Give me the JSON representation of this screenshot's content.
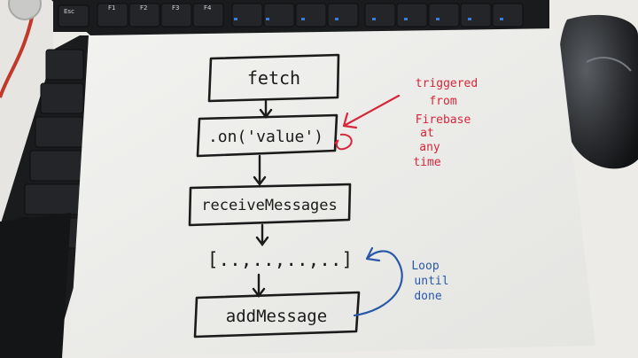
{
  "keyboard": {
    "keys": [
      "Esc",
      "F1",
      "F2",
      "F3",
      "F4"
    ]
  },
  "flowchart": {
    "steps": [
      {
        "label": "fetch"
      },
      {
        "label": ".on('value')"
      },
      {
        "label": "receiveMessages"
      },
      {
        "label": "[..,..,..,..]"
      },
      {
        "label": "addMessage"
      }
    ]
  },
  "annotations": {
    "red_note": [
      "triggered",
      "from",
      "Firebase",
      "at",
      "any",
      "time"
    ],
    "blue_note": [
      "Loop",
      "until",
      "done"
    ]
  },
  "colors": {
    "ink_black": "#1b1b1b",
    "ink_red": "#d8263a",
    "ink_blue": "#2a58a8",
    "paper": "#f3f3f1",
    "desk": "#ecebe8",
    "keyboard": "#1a1b1d"
  }
}
